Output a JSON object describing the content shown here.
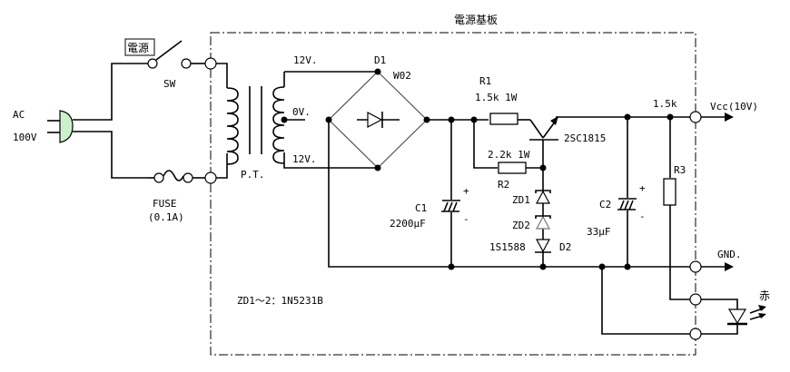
{
  "title": "電源基板",
  "colors": {
    "plug_fill": "#ccf0cc",
    "wire": "#000000",
    "background": "#ffffff"
  },
  "input": {
    "ac_label": "AC",
    "voltage_label": "100V",
    "switch_box_label": "電源",
    "switch_label": "SW",
    "fuse_label": "FUSE",
    "fuse_rating": "(0.1A)"
  },
  "transformer": {
    "label": "P.T.",
    "tap_top": "12V.",
    "tap_center": "0V.",
    "tap_bottom": "12V."
  },
  "bridge": {
    "ref": "D1",
    "part": "W02"
  },
  "r1": {
    "ref": "R1",
    "value": "1.5k  1W"
  },
  "r2": {
    "ref": "R2",
    "value": "2.2k  1W"
  },
  "r3": {
    "ref": "R3",
    "value": "1.5k"
  },
  "transistor": {
    "part": "2SC1815"
  },
  "c1": {
    "ref": "C1",
    "value": "2200μF",
    "plus": "+",
    "minus": "-"
  },
  "c2": {
    "ref": "C2",
    "value": "33μF",
    "plus": "+",
    "minus": "-"
  },
  "zeners": {
    "zd1": "ZD1",
    "zd2": "ZD2",
    "d2_part": "1S1588",
    "d2_ref": "D2"
  },
  "note": "ZD1〜2：1N5231B",
  "outputs": {
    "vcc": "Vcc(10V)",
    "gnd": "GND.",
    "led_color": "赤"
  }
}
